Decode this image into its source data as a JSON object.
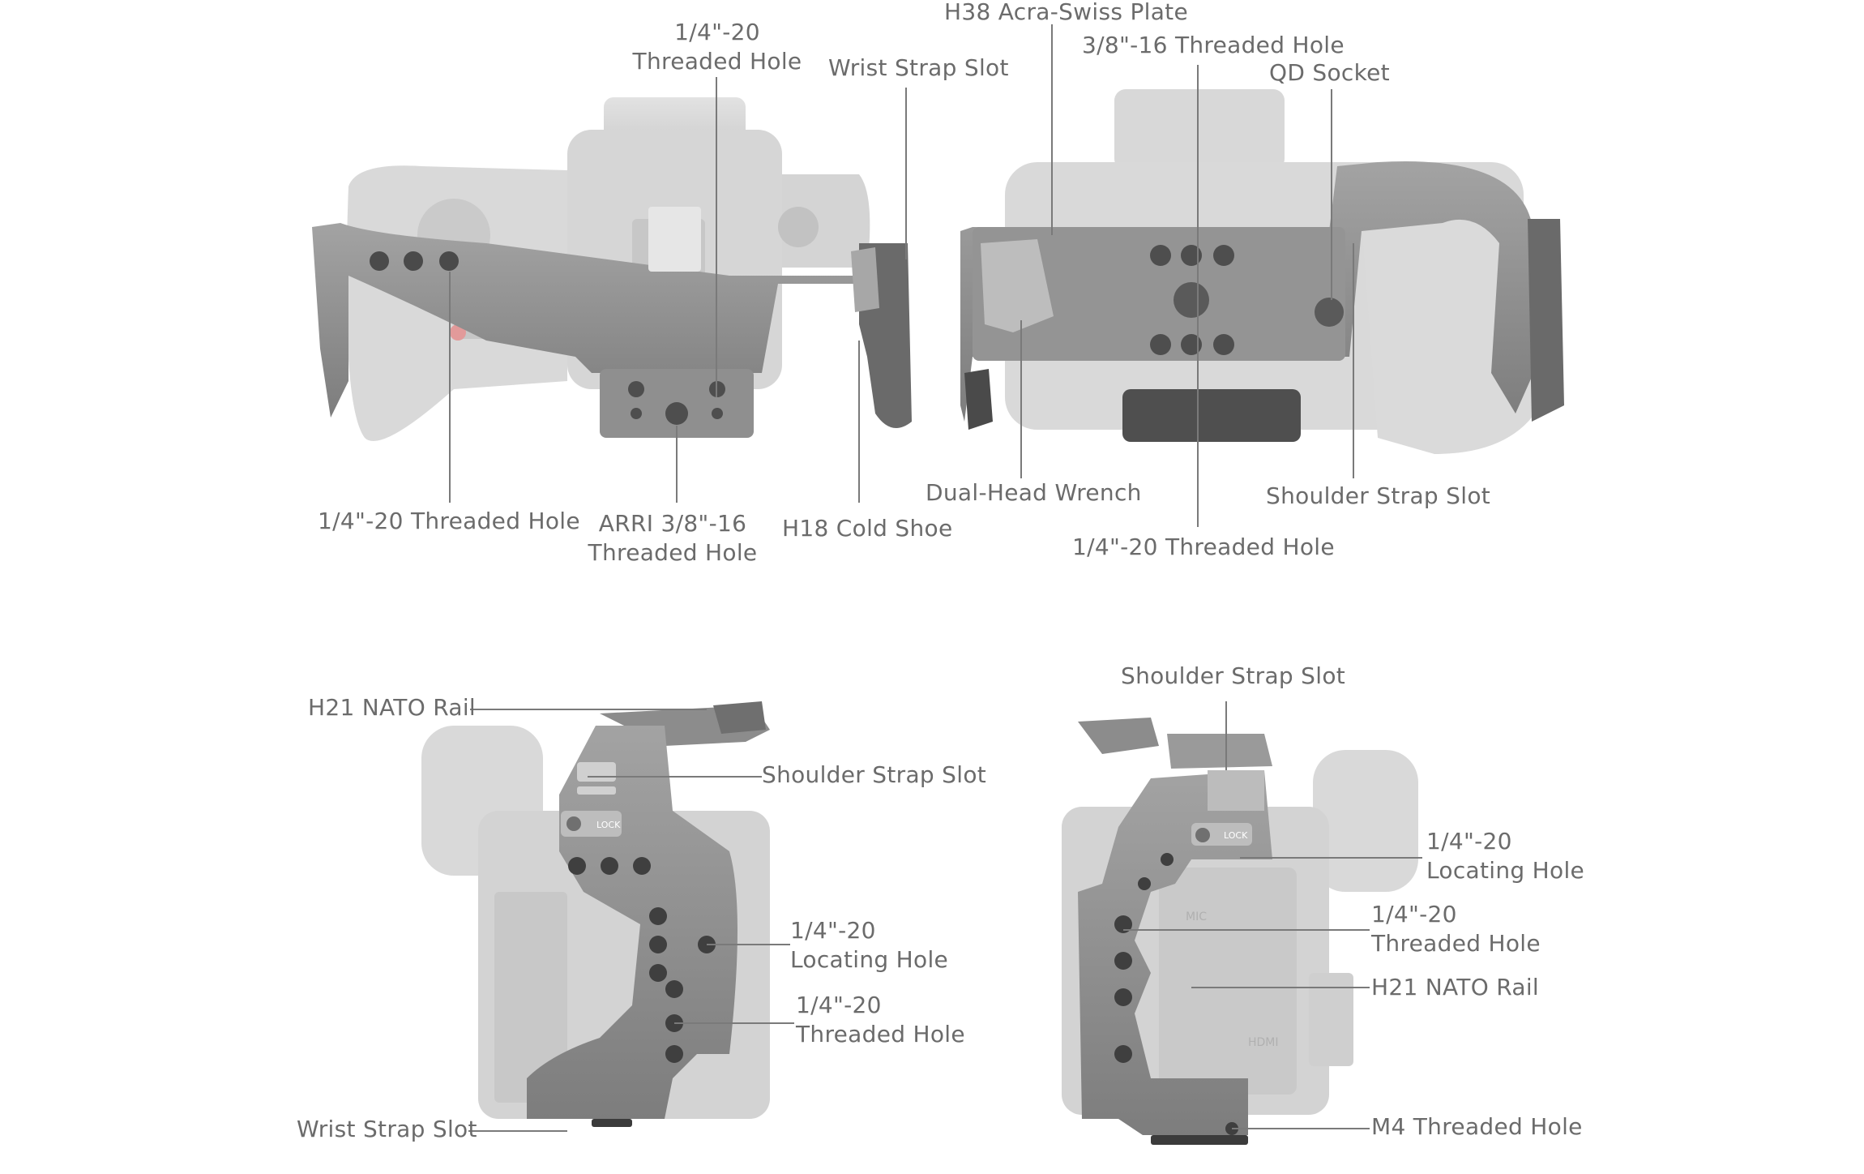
{
  "views": {
    "top_left": {
      "labels": {
        "threaded_hole_top": [
          "1/4\"-20",
          "Threaded Hole"
        ],
        "wrist_strap_slot": "Wrist Strap Slot",
        "threaded_hole_left": "1/4\"-20 Threaded Hole",
        "arri_hole": [
          "ARRI 3/8\"-16",
          "Threaded Hole"
        ],
        "cold_shoe": "H18 Cold Shoe"
      }
    },
    "top_right": {
      "labels": {
        "acra_plate": "H38 Acra-Swiss Plate",
        "threaded_hole_38": "3/8\"-16 Threaded Hole",
        "qd_socket": "QD Socket",
        "wrench": "Dual-Head Wrench",
        "shoulder_strap": "Shoulder Strap Slot",
        "threaded_hole_bottom": "1/4\"-20 Threaded Hole"
      }
    },
    "bottom_left": {
      "labels": {
        "nato_rail": "H21 NATO Rail",
        "shoulder_strap": "Shoulder Strap Slot",
        "locating_hole": [
          "1/4\"-20",
          "Locating  Hole"
        ],
        "threaded_hole": [
          "1/4\"-20",
          "Threaded Hole"
        ],
        "wrist_strap": "Wrist Strap Slot",
        "lock": "LOCK"
      }
    },
    "bottom_right": {
      "labels": {
        "shoulder_strap": "Shoulder Strap Slot",
        "locating_hole": [
          "1/4\"-20",
          "Locating Hole"
        ],
        "threaded_hole": [
          "1/4\"-20",
          "Threaded Hole"
        ],
        "nato_rail": "H21 NATO Rail",
        "m4_hole": "M4 Threaded Hole",
        "lock": "LOCK",
        "port_mic": "MIC",
        "port_hdmi": "HDMI"
      }
    }
  },
  "colors": {
    "label_text": "#6b6b6b",
    "leader_line": "#7a7a7a",
    "cage_metal": "#8a8a8a",
    "cage_dark": "#5a5a5a",
    "camera_ghost": "#d9d9d9",
    "camera_ghost_dark": "#c4c4c4"
  }
}
